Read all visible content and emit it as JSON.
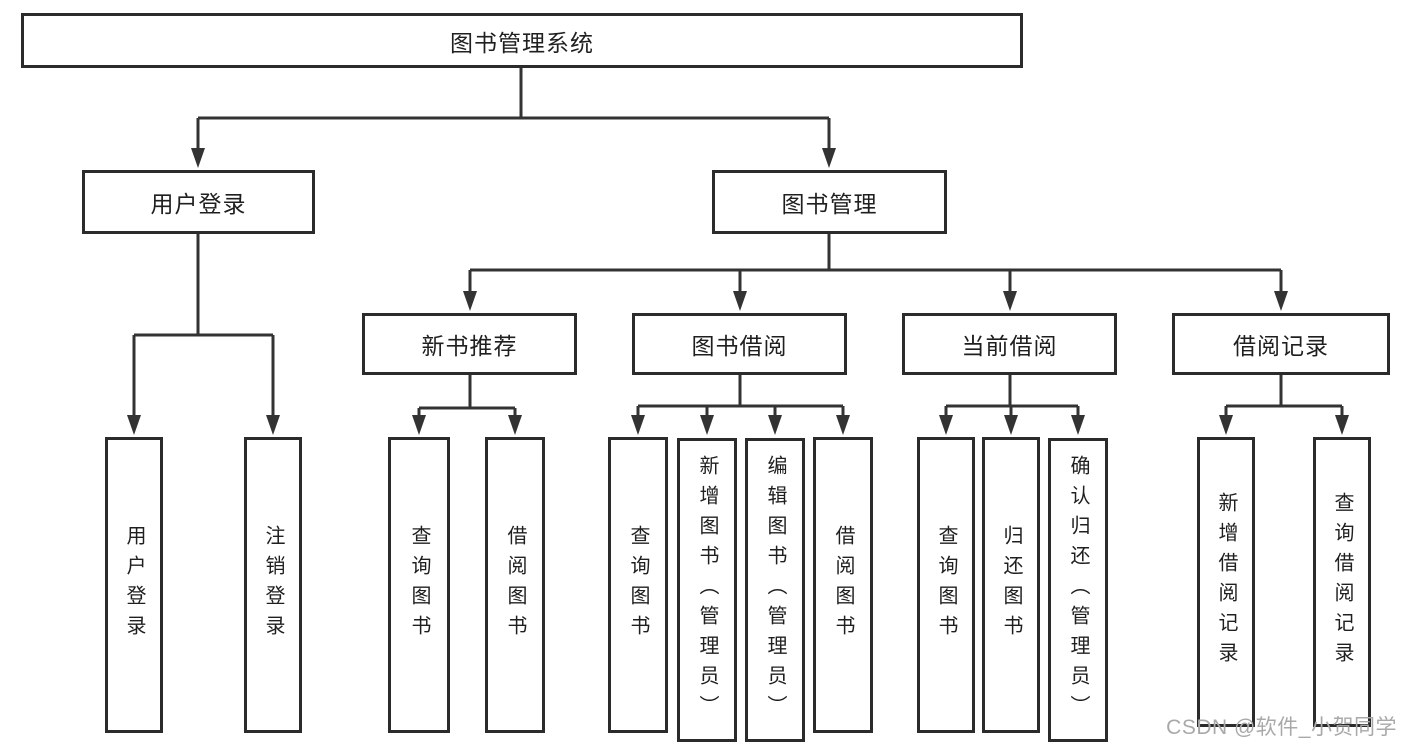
{
  "nodes": {
    "root": "图书管理系统",
    "user_login": "用户登录",
    "book_mgmt": "图书管理",
    "new_book_rec": "新书推荐",
    "book_borrow": "图书借阅",
    "current_borrow": "当前借阅",
    "borrow_record": "借阅记录",
    "ul_user_login": "用户登录",
    "ul_logout": "注销登录",
    "nb_query_book": "查询图书",
    "nb_borrow_book": "借阅图书",
    "bb_query_book": "查询图书",
    "bb_add_book": "新增图书（管理员）",
    "bb_edit_book": "编辑图书（管理员）",
    "bb_borrow_book": "借阅图书",
    "cb_query_book": "查询图书",
    "cb_return_book": "归还图书",
    "cb_confirm_return": "确认归还（管理员）",
    "br_add_record": "新增借阅记录",
    "br_query_record": "查询借阅记录"
  },
  "watermark": "CSDN @软件_小贺同学",
  "colors": {
    "line": "#333333",
    "box_border": "#2b2b2b",
    "text": "#1f1f1f",
    "watermark": "#a9a9a9",
    "background": "#ffffff"
  }
}
